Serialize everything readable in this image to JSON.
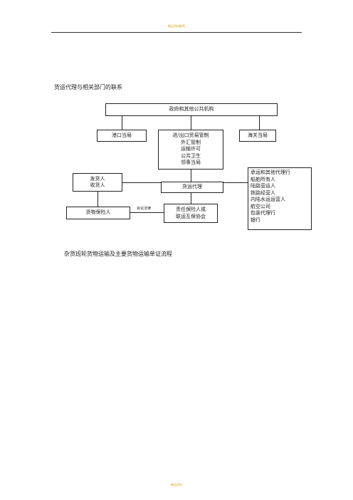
{
  "header": {
    "link_text": "精品资料推荐"
  },
  "section1": {
    "title": "货运代理与相关部门的联系"
  },
  "diagram": {
    "government": "政府和其他公共机构",
    "port_authority": "港口当局",
    "trade_control": [
      "进/出口贸易管制",
      "外汇管制",
      "运输许可",
      "公共卫生",
      "领事当局"
    ],
    "customs": "海关当局",
    "shipper_consignee": [
      "发货人",
      "收货人"
    ],
    "freight_forwarder": "货运代理",
    "carriers": [
      "承运和其他代理行",
      "船舶所有人",
      "陆路营运人",
      "铁路经营人",
      "内陆水运运营人",
      "航空公司",
      "包装代理行",
      "银行"
    ],
    "cargo_insurer": "货物保险人",
    "liability_insurer": [
      "责任保险人或",
      "联运互保协会"
    ],
    "legal_label": "诉讼法律"
  },
  "section2": {
    "title": "杂货班轮货物运输及主要货物运输单证流程"
  },
  "footer": {
    "link_text": "精品资料"
  }
}
